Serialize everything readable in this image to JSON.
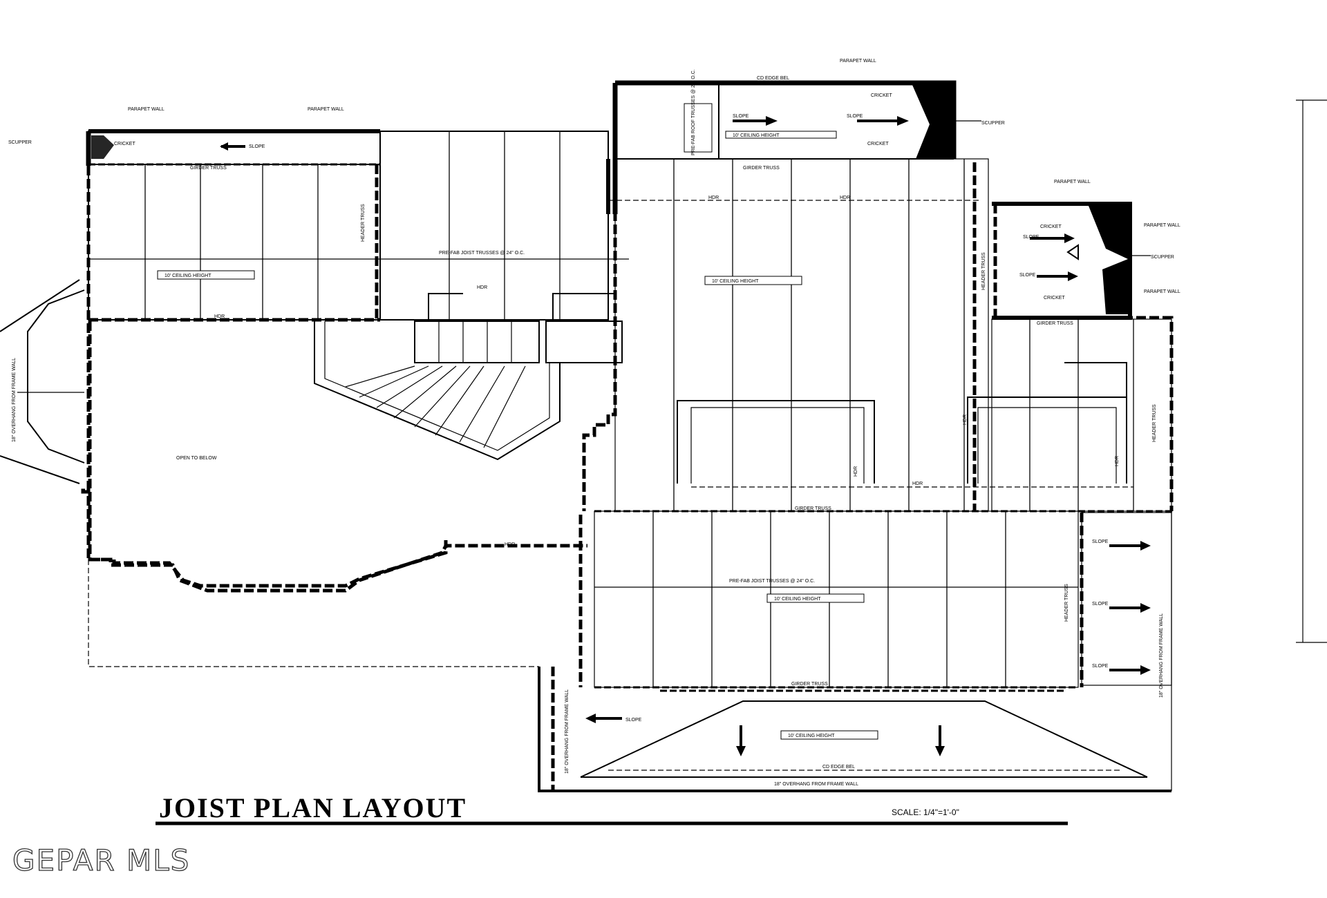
{
  "title": "JOIST PLAN LAYOUT",
  "scale": "SCALE: 1/4\"=1'-0\"",
  "watermark": "GEPAR MLS",
  "labels": {
    "parapet_wall": "PARAPET WALL",
    "scupper": "SCUPPER",
    "cricket": "CRICKET",
    "slope": "SLOPE",
    "girder_truss": "GIRDER TRUSS",
    "ceiling_height": "10' CEILING HEIGHT",
    "pre_fab_joist": "PRE-FAB JOIST TRUSSES @ 24\" O.C.",
    "pre_fab_roof": "PRE-FAB ROOF TRUSSES @ 24\" O.C.",
    "open_to_below": "OPEN TO BELOW",
    "hdr": "HDR",
    "header_truss": "HEADER TRUSS",
    "overhang": "18\" OVERHANG FROM FRAME WALL",
    "cd_edge": "CD EDGE BEL"
  }
}
